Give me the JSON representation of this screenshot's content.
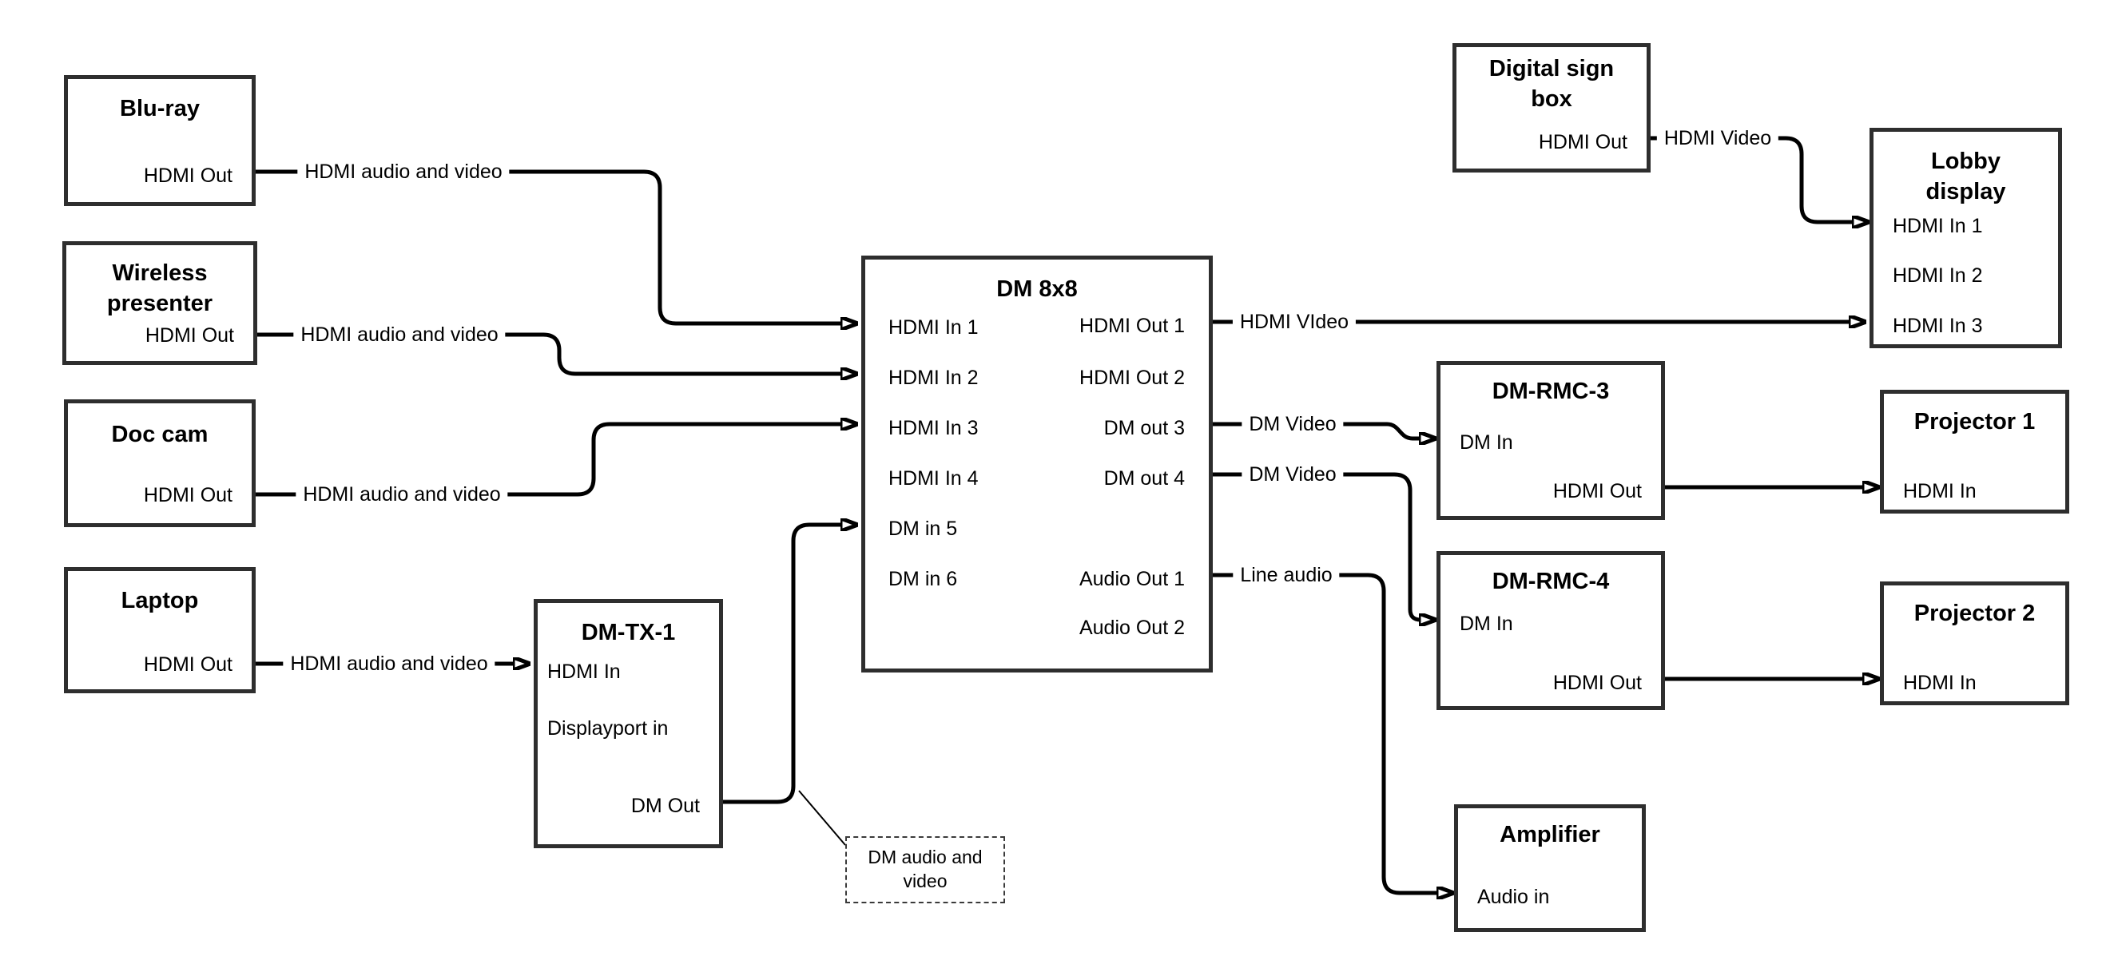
{
  "colors": {
    "background": "#ffffff",
    "wire": "#000000",
    "box_border": "#2e2e2e",
    "text": "#000000"
  },
  "boxes": {
    "bluray": {
      "title": "Blu-ray",
      "ports": {
        "hdmi_out": "HDMI Out"
      }
    },
    "wireless": {
      "title": "Wireless\npresenter",
      "ports": {
        "hdmi_out": "HDMI Out"
      }
    },
    "doccam": {
      "title": "Doc cam",
      "ports": {
        "hdmi_out": "HDMI Out"
      }
    },
    "laptop": {
      "title": "Laptop",
      "ports": {
        "hdmi_out": "HDMI Out"
      }
    },
    "dmtx1": {
      "title": "DM-TX-1",
      "ports": {
        "hdmi_in": "HDMI In",
        "displayport_in": "Displayport in",
        "dm_out": "DM Out"
      }
    },
    "dm8x8": {
      "title": "DM 8x8",
      "inputs": [
        "HDMI In 1",
        "HDMI In 2",
        "HDMI In 3",
        "HDMI In 4",
        "DM in 5",
        "DM in 6"
      ],
      "outputs": [
        "HDMI Out 1",
        "HDMI Out 2",
        "DM out 3",
        "DM out 4",
        "Audio Out 1",
        "Audio Out 2"
      ]
    },
    "signbox": {
      "title": "Digital sign\nbox",
      "ports": {
        "hdmi_out": "HDMI Out"
      }
    },
    "lobby": {
      "title": "Lobby\ndisplay",
      "ports": {
        "hdmi_in_1": "HDMI In 1",
        "hdmi_in_2": "HDMI In 2",
        "hdmi_in_3": "HDMI In 3"
      }
    },
    "rmc3": {
      "title": "DM-RMC-3",
      "ports": {
        "dm_in": "DM In",
        "hdmi_out": "HDMI Out"
      }
    },
    "proj1": {
      "title": "Projector 1",
      "ports": {
        "hdmi_in": "HDMI In"
      }
    },
    "rmc4": {
      "title": "DM-RMC-4",
      "ports": {
        "dm_in": "DM In",
        "hdmi_out": "HDMI Out"
      }
    },
    "proj2": {
      "title": "Projector 2",
      "ports": {
        "hdmi_in": "HDMI In"
      }
    },
    "amp": {
      "title": "Amplifier",
      "ports": {
        "audio_in": "Audio in"
      }
    }
  },
  "wire_labels": {
    "bluray_to_dm8x8": "HDMI audio and video",
    "wireless_to_dm8x8": "HDMI audio and video",
    "doccam_to_dm8x8": "HDMI audio and video",
    "laptop_to_dmtx1": "HDMI audio and video",
    "hdmi_out1_to_lobby": "HDMI VIdeo",
    "dm_out3_to_rmc3": "DM Video",
    "dm_out4_to_rmc4": "DM Video",
    "audio_out1_to_amp": "Line audio",
    "signbox_to_lobby": "HDMI Video"
  },
  "note": {
    "text": "DM audio and\nvideo"
  }
}
